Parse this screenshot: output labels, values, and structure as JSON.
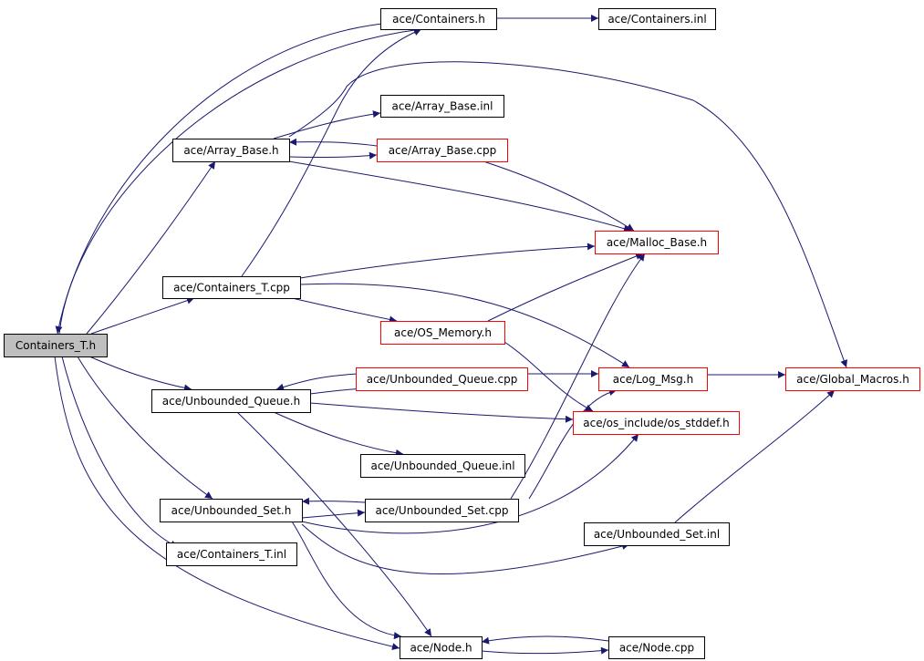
{
  "graph": {
    "colors": {
      "edge": "#191970",
      "border_default": "#000000",
      "border_incomplete": "#ff0000",
      "root_fill": "#bfbfbf",
      "node_fill": "#ffffff"
    },
    "nodes": [
      {
        "id": "containers_t_h",
        "label": "Containers_T.h",
        "style": "root"
      },
      {
        "id": "containers_h",
        "label": "ace/Containers.h",
        "style": "default"
      },
      {
        "id": "containers_inl",
        "label": "ace/Containers.inl",
        "style": "default"
      },
      {
        "id": "array_base_inl",
        "label": "ace/Array_Base.inl",
        "style": "default"
      },
      {
        "id": "array_base_h",
        "label": "ace/Array_Base.h",
        "style": "default"
      },
      {
        "id": "array_base_cpp",
        "label": "ace/Array_Base.cpp",
        "style": "incomplete"
      },
      {
        "id": "malloc_base_h",
        "label": "ace/Malloc_Base.h",
        "style": "incomplete"
      },
      {
        "id": "containers_t_cpp",
        "label": "ace/Containers_T.cpp",
        "style": "default"
      },
      {
        "id": "os_memory_h",
        "label": "ace/OS_Memory.h",
        "style": "incomplete"
      },
      {
        "id": "unbounded_queue_cpp",
        "label": "ace/Unbounded_Queue.cpp",
        "style": "incomplete"
      },
      {
        "id": "log_msg_h",
        "label": "ace/Log_Msg.h",
        "style": "incomplete"
      },
      {
        "id": "global_macros_h",
        "label": "ace/Global_Macros.h",
        "style": "incomplete"
      },
      {
        "id": "unbounded_queue_h",
        "label": "ace/Unbounded_Queue.h",
        "style": "default"
      },
      {
        "id": "os_stddef_h",
        "label": "ace/os_include/os_stddef.h",
        "style": "incomplete"
      },
      {
        "id": "unbounded_queue_inl",
        "label": "ace/Unbounded_Queue.inl",
        "style": "default"
      },
      {
        "id": "unbounded_set_h",
        "label": "ace/Unbounded_Set.h",
        "style": "default"
      },
      {
        "id": "unbounded_set_cpp",
        "label": "ace/Unbounded_Set.cpp",
        "style": "default"
      },
      {
        "id": "unbounded_set_inl",
        "label": "ace/Unbounded_Set.inl",
        "style": "default"
      },
      {
        "id": "containers_t_inl",
        "label": "ace/Containers_T.inl",
        "style": "default"
      },
      {
        "id": "node_h",
        "label": "ace/Node.h",
        "style": "default"
      },
      {
        "id": "node_cpp",
        "label": "ace/Node.cpp",
        "style": "default"
      }
    ],
    "edges": [
      {
        "from": "containers_t_h",
        "to": "containers_h"
      },
      {
        "from": "containers_t_h",
        "to": "array_base_h"
      },
      {
        "from": "containers_t_h",
        "to": "containers_t_cpp"
      },
      {
        "from": "containers_t_h",
        "to": "unbounded_queue_h"
      },
      {
        "from": "containers_t_h",
        "to": "unbounded_set_h"
      },
      {
        "from": "containers_t_h",
        "to": "containers_t_inl"
      },
      {
        "from": "containers_t_h",
        "to": "node_h"
      },
      {
        "from": "containers_h",
        "to": "containers_inl"
      },
      {
        "from": "containers_h",
        "to": "containers_t_h"
      },
      {
        "from": "array_base_h",
        "to": "array_base_inl"
      },
      {
        "from": "array_base_h",
        "to": "array_base_cpp"
      },
      {
        "from": "array_base_h",
        "to": "malloc_base_h"
      },
      {
        "from": "array_base_h",
        "to": "global_macros_h"
      },
      {
        "from": "array_base_cpp",
        "to": "array_base_h"
      },
      {
        "from": "array_base_cpp",
        "to": "malloc_base_h"
      },
      {
        "from": "containers_t_cpp",
        "to": "containers_h"
      },
      {
        "from": "containers_t_cpp",
        "to": "malloc_base_h"
      },
      {
        "from": "containers_t_cpp",
        "to": "os_memory_h"
      },
      {
        "from": "containers_t_cpp",
        "to": "log_msg_h"
      },
      {
        "from": "os_memory_h",
        "to": "malloc_base_h"
      },
      {
        "from": "os_memory_h",
        "to": "os_stddef_h"
      },
      {
        "from": "unbounded_queue_h",
        "to": "unbounded_queue_cpp"
      },
      {
        "from": "unbounded_queue_h",
        "to": "os_stddef_h"
      },
      {
        "from": "unbounded_queue_h",
        "to": "unbounded_queue_inl"
      },
      {
        "from": "unbounded_queue_h",
        "to": "node_h"
      },
      {
        "from": "unbounded_queue_cpp",
        "to": "unbounded_queue_h"
      },
      {
        "from": "unbounded_queue_cpp",
        "to": "log_msg_h"
      },
      {
        "from": "log_msg_h",
        "to": "global_macros_h"
      },
      {
        "from": "unbounded_set_h",
        "to": "unbounded_set_cpp"
      },
      {
        "from": "unbounded_set_h",
        "to": "os_stddef_h"
      },
      {
        "from": "unbounded_set_h",
        "to": "unbounded_set_inl"
      },
      {
        "from": "unbounded_set_h",
        "to": "node_h"
      },
      {
        "from": "unbounded_set_cpp",
        "to": "unbounded_set_h"
      },
      {
        "from": "unbounded_set_cpp",
        "to": "malloc_base_h"
      },
      {
        "from": "unbounded_set_cpp",
        "to": "log_msg_h"
      },
      {
        "from": "unbounded_set_inl",
        "to": "global_macros_h"
      },
      {
        "from": "node_h",
        "to": "node_cpp"
      },
      {
        "from": "node_cpp",
        "to": "node_h"
      }
    ]
  }
}
